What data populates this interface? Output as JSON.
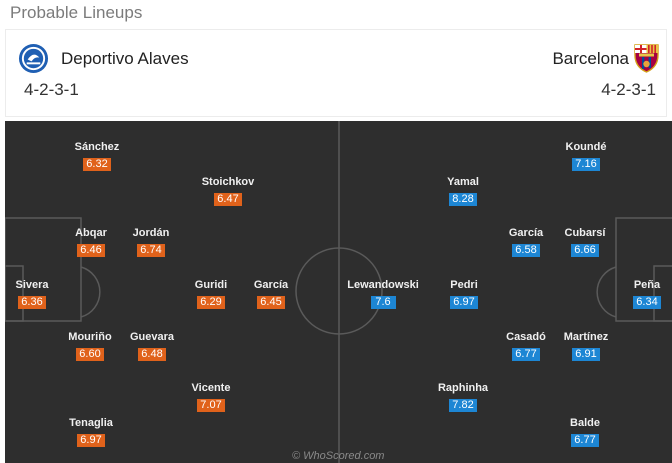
{
  "title": "Probable Lineups",
  "home": {
    "name": "Deportivo Alaves",
    "formation": "4-2-3-1",
    "color": "#e0621b",
    "crest_icon": "alaves-crest-icon",
    "players": [
      {
        "name": "Sánchez",
        "rating": "6.32"
      },
      {
        "name": "Stoichkov",
        "rating": "6.47"
      },
      {
        "name": "Abqar",
        "rating": "6.46"
      },
      {
        "name": "Jordán",
        "rating": "6.74"
      },
      {
        "name": "Sivera",
        "rating": "6.36"
      },
      {
        "name": "Guridi",
        "rating": "6.29"
      },
      {
        "name": "García",
        "rating": "6.45"
      },
      {
        "name": "Mouriño",
        "rating": "6.60"
      },
      {
        "name": "Guevara",
        "rating": "6.48"
      },
      {
        "name": "Vicente",
        "rating": "7.07"
      },
      {
        "name": "Tenaglia",
        "rating": "6.97"
      }
    ]
  },
  "away": {
    "name": "Barcelona",
    "formation": "4-2-3-1",
    "color": "#1d86d4",
    "crest_icon": "barcelona-crest-icon",
    "players": [
      {
        "name": "Koundé",
        "rating": "7.16"
      },
      {
        "name": "Yamal",
        "rating": "8.28"
      },
      {
        "name": "García",
        "rating": "6.58"
      },
      {
        "name": "Cubarsí",
        "rating": "6.66"
      },
      {
        "name": "Lewandowski",
        "rating": "7.6"
      },
      {
        "name": "Pedri",
        "rating": "6.97"
      },
      {
        "name": "Peña",
        "rating": "6.34"
      },
      {
        "name": "Casadó",
        "rating": "6.77"
      },
      {
        "name": "Martínez",
        "rating": "6.91"
      },
      {
        "name": "Raphinha",
        "rating": "7.82"
      },
      {
        "name": "Balde",
        "rating": "6.77"
      }
    ]
  },
  "pitch_color": "#2e2e2e",
  "watermark": "© WhoScored.com"
}
